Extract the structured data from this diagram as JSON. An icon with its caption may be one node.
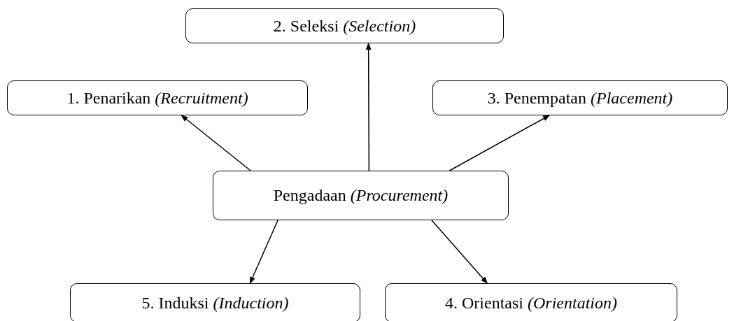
{
  "diagram": {
    "nodes": [
      {
        "text": [
          "2. Seleksi *(Selection)*"
        ]
      },
      {
        "text": [
          "1. Penarikan *(Recruitment)*"
        ]
      },
      {
        "text": [
          "3. Penempatan *(Placement)*"
        ]
      },
      {
        "text": [
          "Pengadaan *(Procurement)*"
        ]
      },
      {
        "text": [
          "5. Induksi *(Induction)*"
        ]
      },
      {
        "text": [
          "4. Orientasi *(Orientation)*"
        ]
      }
    ],
    "edges": [
      {
        "from": 3,
        "to": 1,
        "arrow": "to"
      },
      {
        "from": 3,
        "to": 0,
        "arrow": "to"
      },
      {
        "from": 3,
        "to": 2,
        "arrow": "to"
      },
      {
        "from": 3,
        "to": 4,
        "arrow": "to"
      },
      {
        "from": 3,
        "to": 5,
        "arrow": "to"
      }
    ]
  }
}
